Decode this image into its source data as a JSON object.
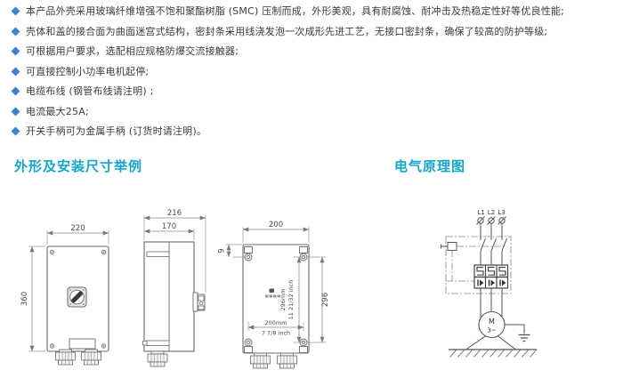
{
  "features": {
    "bullet_color": "#3f7fd2",
    "items": [
      "本产品外壳采用玻璃纤维增强不饱和聚酯树脂 (SMC) 压制而成，外形美观，具有耐腐蚀、耐冲击及热稳定性好等优良性能;",
      "壳体和盖的接合面为曲面迷宫式结构，密封条采用线浇发泡一次成形先进工艺，无接口密封条，确保了较高的防护等级;",
      "可根据用户要求，选配相应规格防爆交流接触器;",
      "可直接控制小功率电机起停;",
      "电缆布线 (钢管布线请注明) ;",
      "电流最大25A;",
      "开关手柄可为金属手柄 (订货时请注明)。"
    ]
  },
  "sections": {
    "left_title": "外形及安装尺寸举例",
    "right_title": "电气原理图",
    "title_color": "#14a5c9"
  },
  "drawings": {
    "front_view": {
      "width": "220",
      "height": "360"
    },
    "side_view": {
      "overall_depth": "216",
      "body_depth": "170"
    },
    "rear_view": {
      "width": "200",
      "top_hole_offset": "9",
      "hole_span": "296",
      "hole_span_mm": "296mm",
      "hole_span_inch": "11 21/32 inch",
      "hole_width_mm": "200mm",
      "hole_width_inch": "7 7/8 inch"
    }
  },
  "schematic": {
    "phases": [
      "L1",
      "L2",
      "L3"
    ],
    "motor_letter": "M",
    "motor_type": "3~"
  }
}
